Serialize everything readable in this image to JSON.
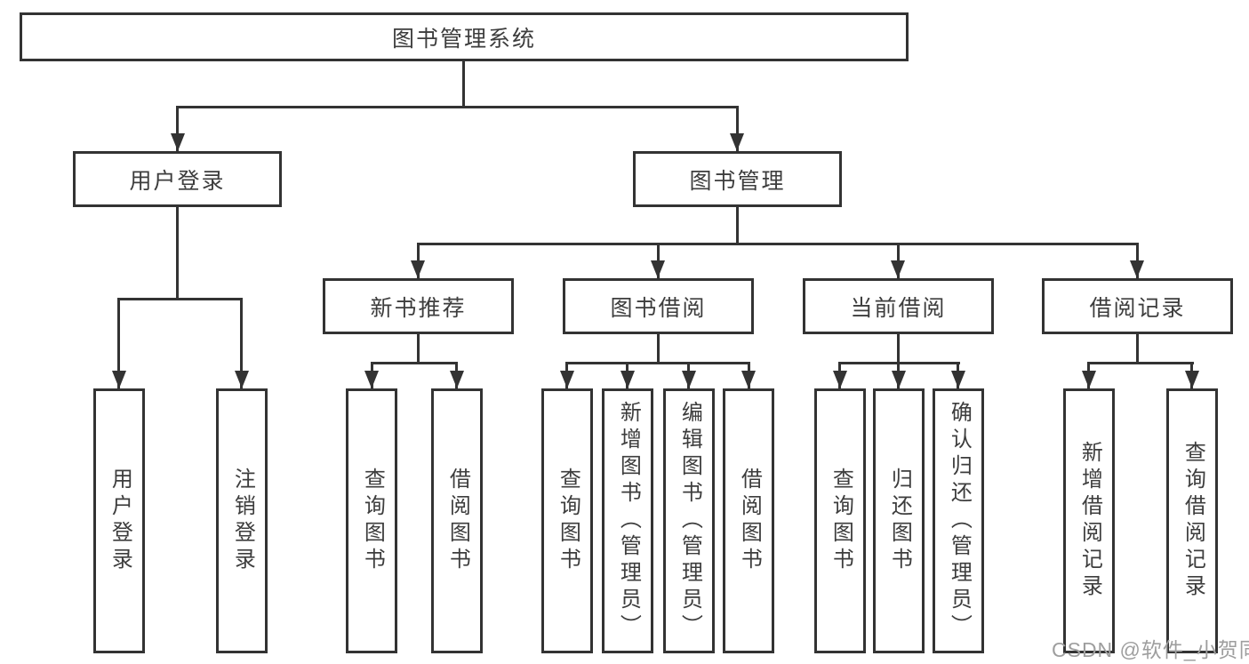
{
  "tree": {
    "root": "图书管理系统",
    "branches": [
      {
        "label": "用户登录",
        "children": [
          "用户登录",
          "注销登录"
        ]
      },
      {
        "label": "图书管理",
        "sections": [
          {
            "label": "新书推荐",
            "children": [
              "查询图书",
              "借阅图书"
            ]
          },
          {
            "label": "图书借阅",
            "children": [
              "查询图书",
              "新增图书（管理员）",
              "编辑图书（管理员）",
              "借阅图书"
            ]
          },
          {
            "label": "当前借阅",
            "children": [
              "查询图书",
              "归还图书",
              "确认归还（管理员）"
            ]
          },
          {
            "label": "借阅记录",
            "children": [
              "新增借阅记录",
              "查询借阅记录"
            ]
          }
        ]
      }
    ]
  },
  "watermark": {
    "text": "CSDN @软件_小贺同学",
    "color": "#9e9e9e"
  },
  "colors": {
    "line": "#333333",
    "box_border": "#333333",
    "text": "#3d3d3d",
    "background": "#ffffff"
  }
}
